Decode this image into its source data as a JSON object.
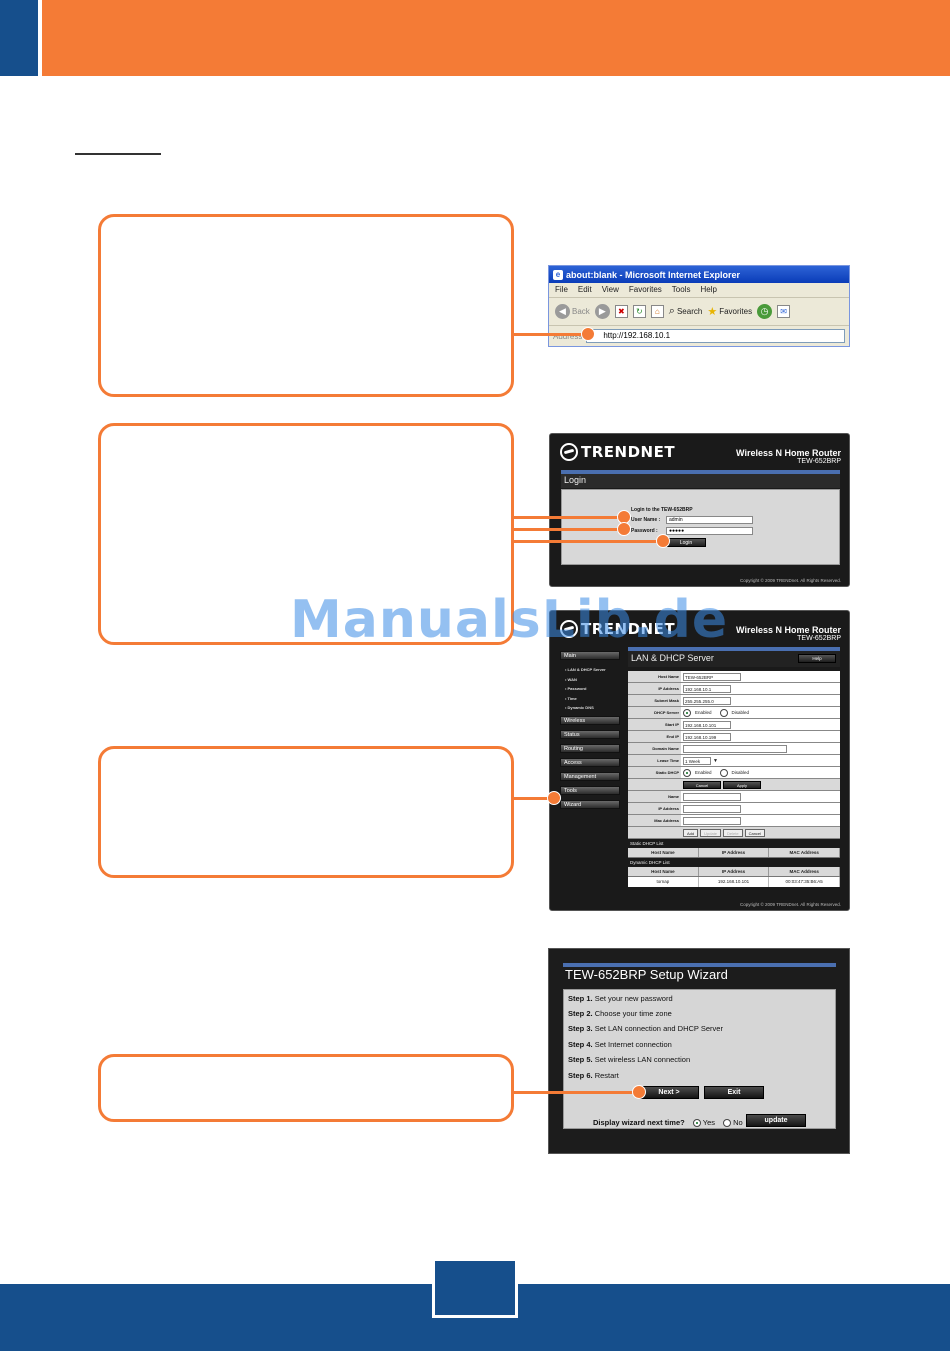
{
  "ie": {
    "title": "about:blank - Microsoft Internet Explorer",
    "menu": [
      "File",
      "Edit",
      "View",
      "Favorites",
      "Tools",
      "Help"
    ],
    "back_label": "Back",
    "search_label": "Search",
    "favorites_label": "Favorites",
    "address_label": "Address",
    "address_value": "http://192.168.10.1"
  },
  "brand": {
    "name": "TRENDNET",
    "product": "Wireless N Home Router",
    "model": "TEW-652BRP",
    "copyright": "Copyright © 2009 TRENDnet. All Rights Reserved."
  },
  "login": {
    "heading": "Login",
    "prompt": "Login to the TEW-652BRP",
    "username_label": "User Name :",
    "username_value": "admin",
    "password_label": "Password :",
    "password_value": "●●●●●",
    "login_button": "Login"
  },
  "watermark": "ManualsLib.de",
  "lan": {
    "heading": "LAN & DHCP Server",
    "help_button": "Help",
    "sidebar_main": "Main",
    "sidebar_subs": [
      "LAN & DHCP Server",
      "WAN",
      "Password",
      "Time",
      "Dynamic DNS"
    ],
    "sidebar_items": [
      "Wireless",
      "Status",
      "Routing",
      "Access",
      "Management",
      "Tools",
      "Wizard"
    ],
    "host_name_label": "Host Name",
    "host_name_value": "TEW-652BRP",
    "ip_label": "IP Address",
    "ip_value": "192.168.10.1",
    "mask_label": "Subnet Mask",
    "mask_value": "255.255.255.0",
    "dhcp_label": "DHCP Server",
    "enabled": "Enabled",
    "disabled": "Disabled",
    "start_ip_label": "Start IP",
    "start_ip_value": "192.168.10.101",
    "end_ip_label": "End IP",
    "end_ip_value": "192.168.10.199",
    "domain_label": "Domain Name",
    "lease_label": "Lease Time",
    "lease_value": "1 Week",
    "static_dhcp_label": "Static DHCP",
    "cancel_button": "Cancel",
    "apply_button": "Apply",
    "name_label": "Name",
    "ip2_label": "IP Address",
    "mac_label": "Mac Address",
    "add_button": "Add",
    "update_button": "Update",
    "delete_button": "Delete",
    "cancel2_button": "Cancel",
    "static_list_title": "Static DHCP List",
    "dynamic_list_title": "Dynamic DHCP List",
    "col_host": "Host Name",
    "col_ip": "IP Address",
    "col_mac": "MAC Address",
    "row_host": "tornap",
    "row_ip": "192.168.10.101",
    "row_mac": "00:03:47:35:B6:A5"
  },
  "wizard": {
    "title": "TEW-652BRP Setup Wizard",
    "steps": [
      {
        "num": "Step 1.",
        "text": "Set your new password"
      },
      {
        "num": "Step 2.",
        "text": "Choose your time zone"
      },
      {
        "num": "Step 3.",
        "text": "Set LAN connection and DHCP Server"
      },
      {
        "num": "Step 4.",
        "text": "Set Internet connection"
      },
      {
        "num": "Step 5.",
        "text": "Set wireless LAN connection"
      },
      {
        "num": "Step 6.",
        "text": "Restart"
      }
    ],
    "next_button": "Next >",
    "exit_button": "Exit",
    "question": "Display wizard next time?",
    "yes": "Yes",
    "no": "No",
    "update_button": "update"
  },
  "colors": {
    "orange": "#f47b36",
    "blue": "#164f8c"
  }
}
